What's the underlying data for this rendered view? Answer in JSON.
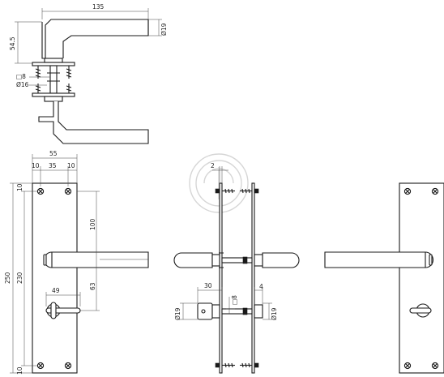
{
  "dimensions": {
    "handle_length": "135",
    "rose_diameter_top": "Ø19",
    "handle_height": "54.5",
    "spindle_square": "□8",
    "rose_diameter": "Ø16",
    "plate_width": "55",
    "screw_offset_left": "10",
    "screw_spacing": "35",
    "screw_offset_right": "10",
    "plate_height": "250",
    "screw_vertical_spacing": "230",
    "top_screw_offset": "10",
    "bottom_screw_offset": "10",
    "handle_to_top_screw": "100",
    "handle_to_wc": "63",
    "wc_width": "49",
    "door_gap": "2",
    "wc_length": "30",
    "wc_square": "□8",
    "wc_rose_diameter_left": "Ø19",
    "wc_rose_diameter_right": "Ø19",
    "wc_offset": "4"
  },
  "watermark": {
    "color": "#d6d6d6"
  }
}
